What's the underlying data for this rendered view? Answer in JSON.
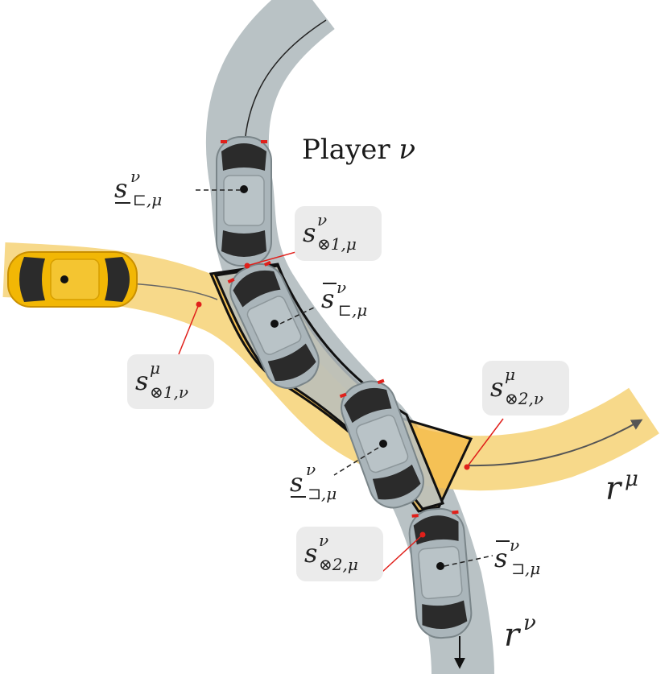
{
  "title": {
    "word": "Player",
    "symbol": "ν"
  },
  "route_labels": {
    "r_mu": {
      "base": "r",
      "sup": "μ"
    },
    "r_nu": {
      "base": "r",
      "sup": "ν"
    }
  },
  "labels": {
    "s_lower_box_left_nu_mu": {
      "base": "s",
      "sup": "ν",
      "sub": "⊏,μ"
    },
    "s_cross1_nu_mu": {
      "base": "s",
      "sup": "ν",
      "sub": "⊗1,μ"
    },
    "s_upper_box_left_nu_mu": {
      "base": "s",
      "sup": "ν",
      "sub": "⊏,μ"
    },
    "s_cross1_mu_nu": {
      "base": "s",
      "sup": "μ",
      "sub": "⊗1,ν"
    },
    "s_cross2_mu_nu": {
      "base": "s",
      "sup": "μ",
      "sub": "⊗2,ν"
    },
    "s_lower_box_right_nu_mu": {
      "base": "s",
      "sup": "ν",
      "sub": "⊐,μ"
    },
    "s_cross2_nu_mu": {
      "base": "s",
      "sup": "ν",
      "sub": "⊗2,μ"
    },
    "s_upper_box_right_nu_mu": {
      "base": "s",
      "sup": "ν",
      "sub": "⊐,μ"
    }
  },
  "colors": {
    "road_nu": "#b9c2c5",
    "road_mu": "#f7d98a",
    "conflict_zone": "#f4b73f",
    "car_nu_body": "#aab5ba",
    "car_mu_body": "#f2b705",
    "marker_red": "#e0201b"
  }
}
